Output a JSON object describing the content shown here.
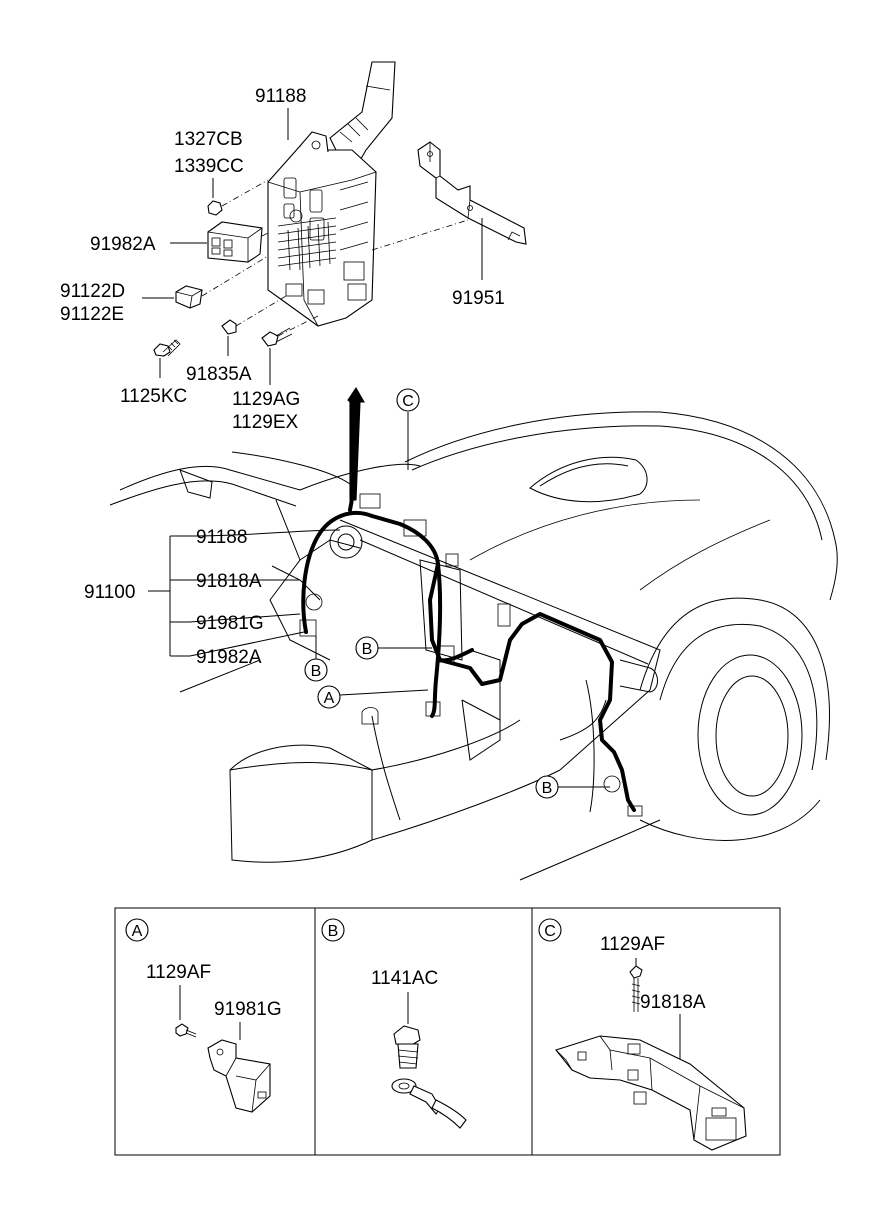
{
  "labels": {
    "junction_box": "91188",
    "nut_a": "1327CB",
    "nut_b": "1339CC",
    "relay": "91982A",
    "connector_d": "91122D",
    "connector_e": "91122E",
    "bracket": "91951",
    "bolt_kc": "1125KC",
    "clip": "91835A",
    "bolt_ag": "1129AG",
    "bolt_ex": "1129EX",
    "harness": "91100",
    "harness_items": [
      "91188",
      "91818A",
      "91981G",
      "91982A"
    ]
  },
  "callouts": {
    "a": "A",
    "b": "B",
    "c": "C"
  },
  "details": [
    {
      "letter": "A",
      "parts": [
        "1129AF",
        "91981G"
      ]
    },
    {
      "letter": "B",
      "parts": [
        "1141AC"
      ]
    },
    {
      "letter": "C",
      "parts": [
        "1129AF",
        "91818A"
      ]
    }
  ]
}
